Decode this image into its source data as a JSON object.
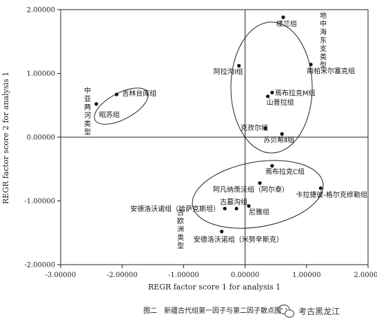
{
  "chart_data": {
    "type": "scatter",
    "xlabel": "REGR factor score 1 for analysis 1",
    "ylabel": "REGR factor score 2 for analysis 1",
    "xlim": [
      -3.0,
      2.0
    ],
    "ylim": [
      -2.0,
      2.0
    ],
    "xticks": [
      -3.0,
      -2.0,
      -1.0,
      0.0,
      1.0,
      2.0
    ],
    "yticks": [
      -2.0,
      -1.0,
      0.0,
      1.0,
      2.0
    ],
    "xtick_labels": [
      "-3.00000",
      "-2.00000",
      "-1.00000",
      "0.00000",
      "1.00000",
      "2.00000"
    ],
    "ytick_labels": [
      "-2.00000",
      "-1.00000",
      "0.00000",
      "1.00000",
      "2.00000"
    ],
    "grid": false,
    "reference_lines": {
      "x": 0,
      "y": 0
    },
    "points": [
      {
        "label": "楼兰组",
        "x": 0.62,
        "y": 1.88
      },
      {
        "label": "南帕米尔塞克组",
        "x": 1.07,
        "y": 1.14
      },
      {
        "label": "阿拉沟Ⅰ组",
        "x": -0.1,
        "y": 1.12
      },
      {
        "label": "焉布拉克M组",
        "x": 0.44,
        "y": 0.7
      },
      {
        "label": "山普拉组",
        "x": 0.37,
        "y": 0.64
      },
      {
        "label": "克孜尔组",
        "x": 0.33,
        "y": 0.14
      },
      {
        "label": "苏贝希Ⅱ组",
        "x": 0.6,
        "y": 0.05
      },
      {
        "label": "吉林台库组",
        "x": -2.09,
        "y": 0.67
      },
      {
        "label": "昭苏组",
        "x": -2.42,
        "y": 0.52
      },
      {
        "label": "焉布拉克C组",
        "x": 0.44,
        "y": -0.45
      },
      {
        "label": "阿凡纳羡沃组（阿尔泰）",
        "x": 0.24,
        "y": -0.72
      },
      {
        "label": "卡拉捷彼-格尔克修勒组",
        "x": 1.23,
        "y": -0.8
      },
      {
        "label": "古墓沟组",
        "x": -0.14,
        "y": -1.12
      },
      {
        "label": "尼雅组",
        "x": 0.06,
        "y": -1.08
      },
      {
        "label": "安德洛沃诺组（哈萨克斯坦）",
        "x": -0.33,
        "y": -1.12
      },
      {
        "label": "安德洛沃诺组（米努辛斯克）",
        "x": -0.38,
        "y": -1.48
      }
    ],
    "groups": [
      {
        "label_chars": [
          "地",
          "中",
          "海",
          "东",
          "支",
          "类",
          "型"
        ]
      },
      {
        "label_chars": [
          "中",
          "亚",
          "两",
          "河",
          "类",
          "型"
        ]
      },
      {
        "label_chars": [
          "古",
          "欧",
          "洲",
          "类",
          "型"
        ]
      }
    ]
  },
  "caption": "图二　新疆古代组第一因子与第二因子散点图",
  "watermark": "考古黑龙江",
  "colors": {
    "ink": "#111111",
    "axis": "#222222"
  }
}
